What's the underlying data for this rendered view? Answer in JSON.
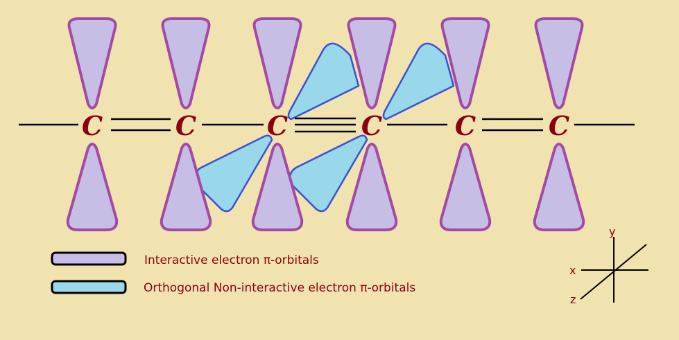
{
  "atoms": [
    "C",
    "C",
    "C",
    "C",
    "C",
    "C"
  ],
  "bonds": [
    "single",
    "double",
    "single",
    "triple",
    "single",
    "double",
    "single"
  ],
  "legend": {
    "items": [
      {
        "label": "Interactive electron π-orbitals",
        "color": "#c7bee6"
      },
      {
        "label": "Orthogonal Non-interactive electron π-orbitals",
        "color": "#98d8ea"
      }
    ]
  },
  "axes": {
    "x": "x",
    "y": "y",
    "z": "z"
  },
  "colors": {
    "background": "#f0e3b0",
    "purple_fill": "#c7bee6",
    "purple_stroke": "#a24aa4",
    "blue_fill": "#98d8ea",
    "blue_stroke": "#3c4fd6",
    "atom": "#8b0010"
  }
}
